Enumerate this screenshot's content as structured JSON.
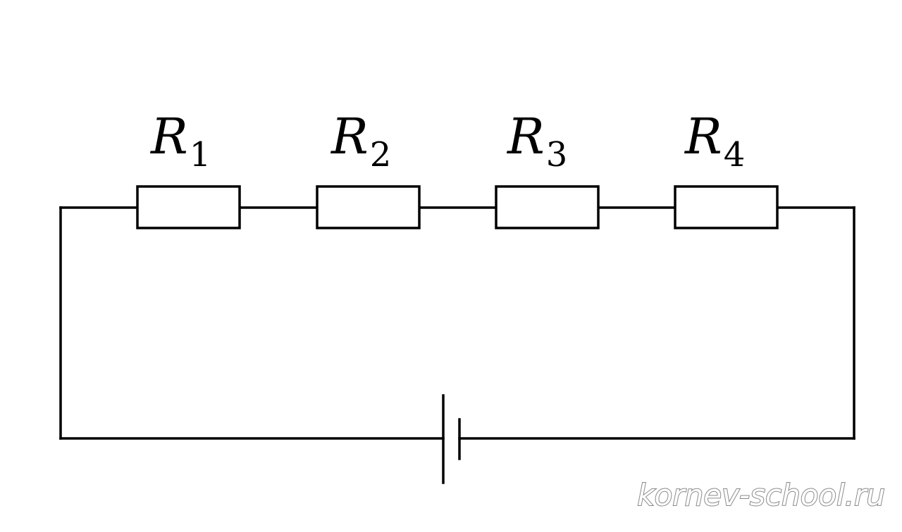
{
  "circuit": {
    "resistors": [
      {
        "symbol": "R",
        "index": "1"
      },
      {
        "symbol": "R",
        "index": "2"
      },
      {
        "symbol": "R",
        "index": "3"
      },
      {
        "symbol": "R",
        "index": "4"
      }
    ]
  },
  "watermark": "kornev-school.ru"
}
